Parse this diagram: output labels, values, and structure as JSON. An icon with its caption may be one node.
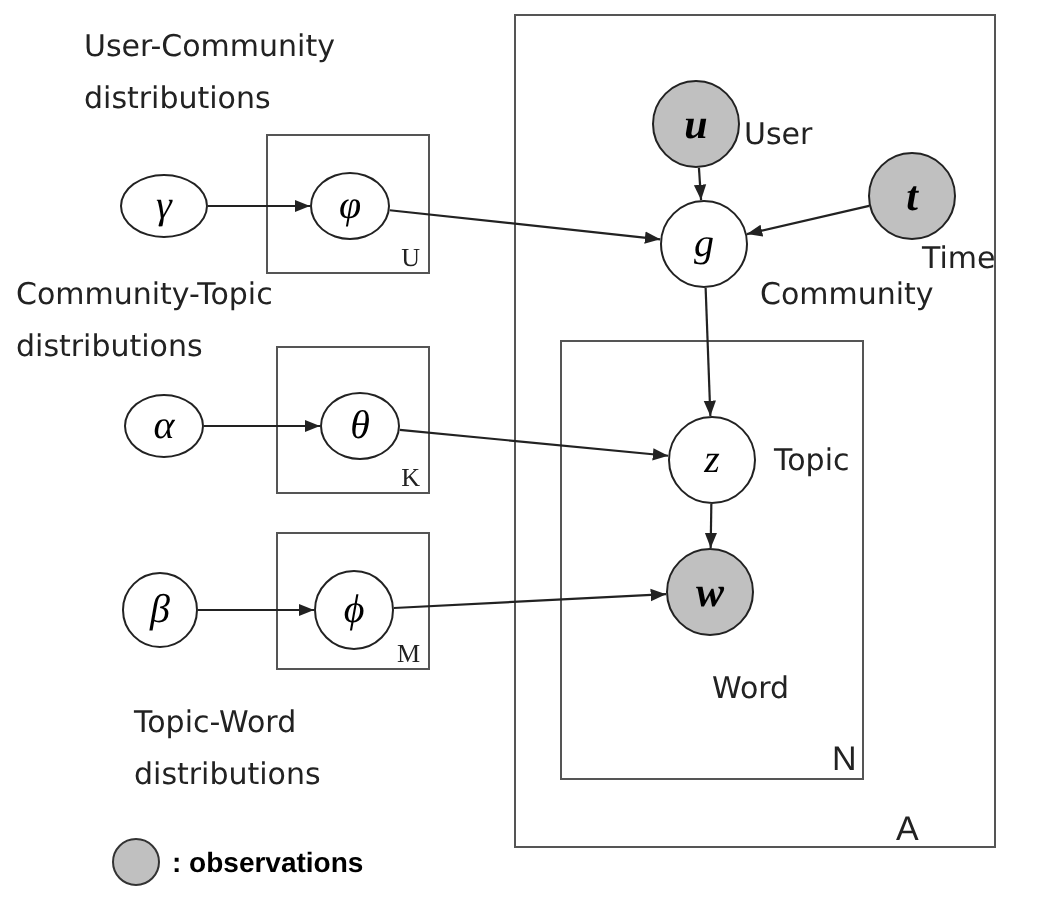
{
  "diagram": {
    "nodes": [
      {
        "text": [
          "U"
        ]
      },
      {
        "text": [
          "γ"
        ]
      },
      {
        "text": [
          "φ"
        ],
        "in": 0
      },
      {
        "text": [
          "A"
        ]
      },
      {
        "text": [
          "u"
        ],
        "in": 3,
        "beside": [
          "User"
        ]
      },
      {
        "text": [
          "t"
        ],
        "in": 3,
        "beside": [
          "Time"
        ]
      },
      {
        "text": [
          "g"
        ],
        "in": 3,
        "beside": [
          "Community"
        ]
      },
      {
        "text": [
          "N"
        ],
        "in": 3
      },
      {
        "text": [
          "z"
        ],
        "in": 7,
        "beside": [
          "Topic"
        ]
      },
      {
        "text": [
          "w"
        ],
        "in": 7,
        "beside": [
          "Word"
        ]
      },
      {
        "text": [
          "α"
        ]
      },
      {
        "text": [
          "K"
        ]
      },
      {
        "text": [
          "θ"
        ],
        "in": 11
      },
      {
        "text": [
          "β"
        ]
      },
      {
        "text": [
          "M"
        ]
      },
      {
        "text": [
          "ϕ"
        ],
        "in": 14
      }
    ],
    "edges": [
      {
        "from": 1,
        "to": 2,
        "arrow": "to"
      },
      {
        "from": 2,
        "to": 6,
        "arrow": "to"
      },
      {
        "from": 4,
        "to": 6,
        "arrow": "to"
      },
      {
        "from": 5,
        "to": 6,
        "arrow": "to"
      },
      {
        "from": 6,
        "to": 8,
        "arrow": "to"
      },
      {
        "from": 10,
        "to": 12,
        "arrow": "to"
      },
      {
        "from": 12,
        "to": 8,
        "arrow": "to"
      },
      {
        "from": 8,
        "to": 9,
        "arrow": "to"
      },
      {
        "from": 13,
        "to": 15,
        "arrow": "to"
      },
      {
        "from": 15,
        "to": 9,
        "arrow": "to"
      }
    ],
    "labels": [
      "User-Community distributions",
      "Community-Topic distributions",
      "Topic-Word distributions"
    ],
    "legend": [
      {
        "text": ": observations",
        "color": "#c0c0c0"
      }
    ]
  }
}
